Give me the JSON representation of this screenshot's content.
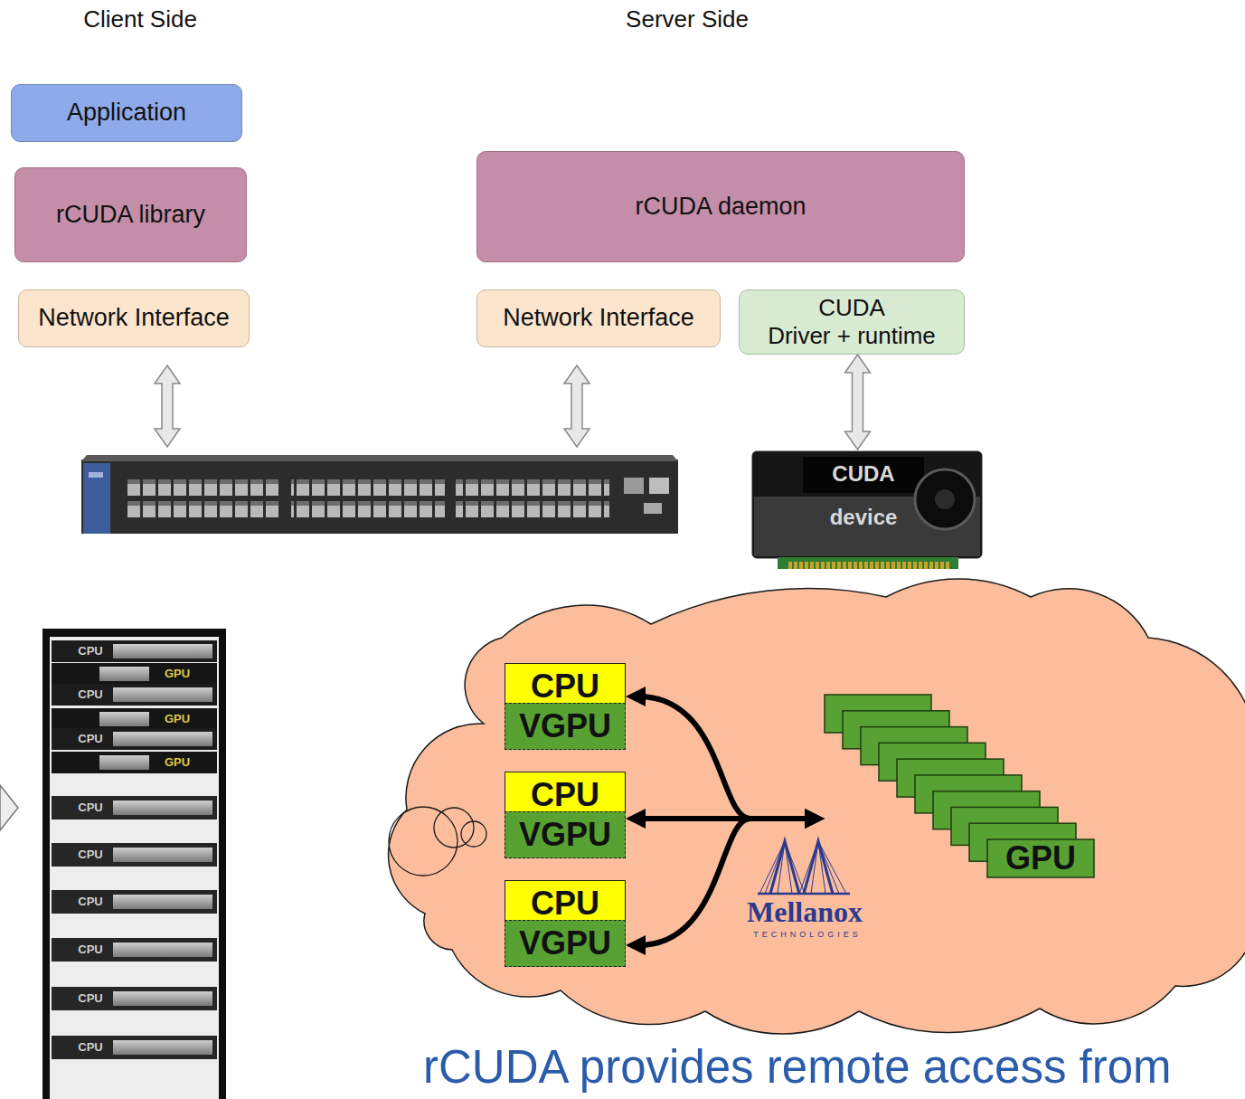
{
  "diagram": {
    "nodes": [
      {
        "text": [
          "Application"
        ]
      },
      {
        "text": [
          "rCUDA library"
        ]
      },
      {
        "text": [
          "Network Interface"
        ]
      },
      {
        "text": [
          "rCUDA daemon"
        ]
      },
      {
        "text": [
          "Network Interface"
        ]
      },
      {
        "text": [
          "CUDA",
          "Driver + runtime"
        ]
      },
      {
        "text": [
          "CUDA device"
        ]
      },
      {
        "text": [
          "CPU"
        ]
      },
      {
        "text": [
          "VGPU"
        ]
      },
      {
        "text": [
          "CPU"
        ]
      },
      {
        "text": [
          "VGPU"
        ]
      },
      {
        "text": [
          "CPU"
        ]
      },
      {
        "text": [
          "VGPU"
        ]
      },
      {
        "text": [
          "GPU"
        ]
      }
    ],
    "edges": [
      {
        "from": 5,
        "to": 6,
        "arrow": "both"
      },
      {
        "from": 13,
        "to": 7,
        "arrow": "both"
      },
      {
        "from": 13,
        "to": 10,
        "arrow": "both"
      },
      {
        "from": 13,
        "to": 12,
        "arrow": "both"
      }
    ],
    "labels": [
      "Client Side",
      "Server Side",
      "CPU",
      "GPU",
      "CPU",
      "GPU",
      "CPU",
      "GPU",
      "CPU",
      "CPU",
      "CPU",
      "CPU",
      "CPU",
      "CPU",
      "Mellanox",
      "TECHNOLOGIES",
      "rCUDA provides remote access from"
    ]
  }
}
